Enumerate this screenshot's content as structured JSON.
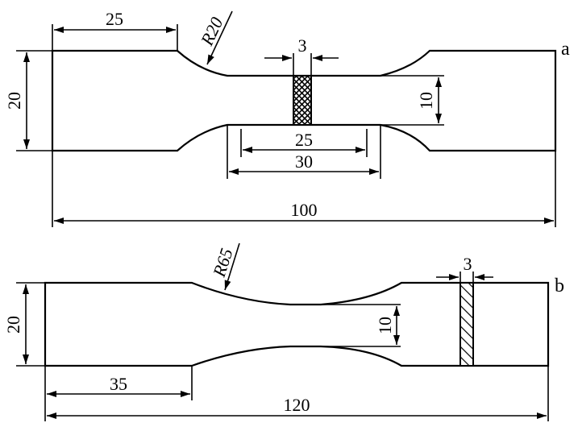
{
  "specimen_a": {
    "label": "a",
    "dims": {
      "grip_length": "25",
      "radius": "R20",
      "gauge_width": "3",
      "grip_width": "20",
      "neck_width": "10",
      "gauge_length": "25",
      "parallel_length": "30",
      "total_length": "100"
    },
    "gauge_marker_pattern": "crosshatch"
  },
  "specimen_b": {
    "label": "b",
    "dims": {
      "radius": "R65",
      "gauge_width": "3",
      "grip_width": "20",
      "neck_width": "10",
      "grip_length": "35",
      "total_length": "120"
    },
    "gauge_marker_pattern": "diagonal-hatch"
  }
}
